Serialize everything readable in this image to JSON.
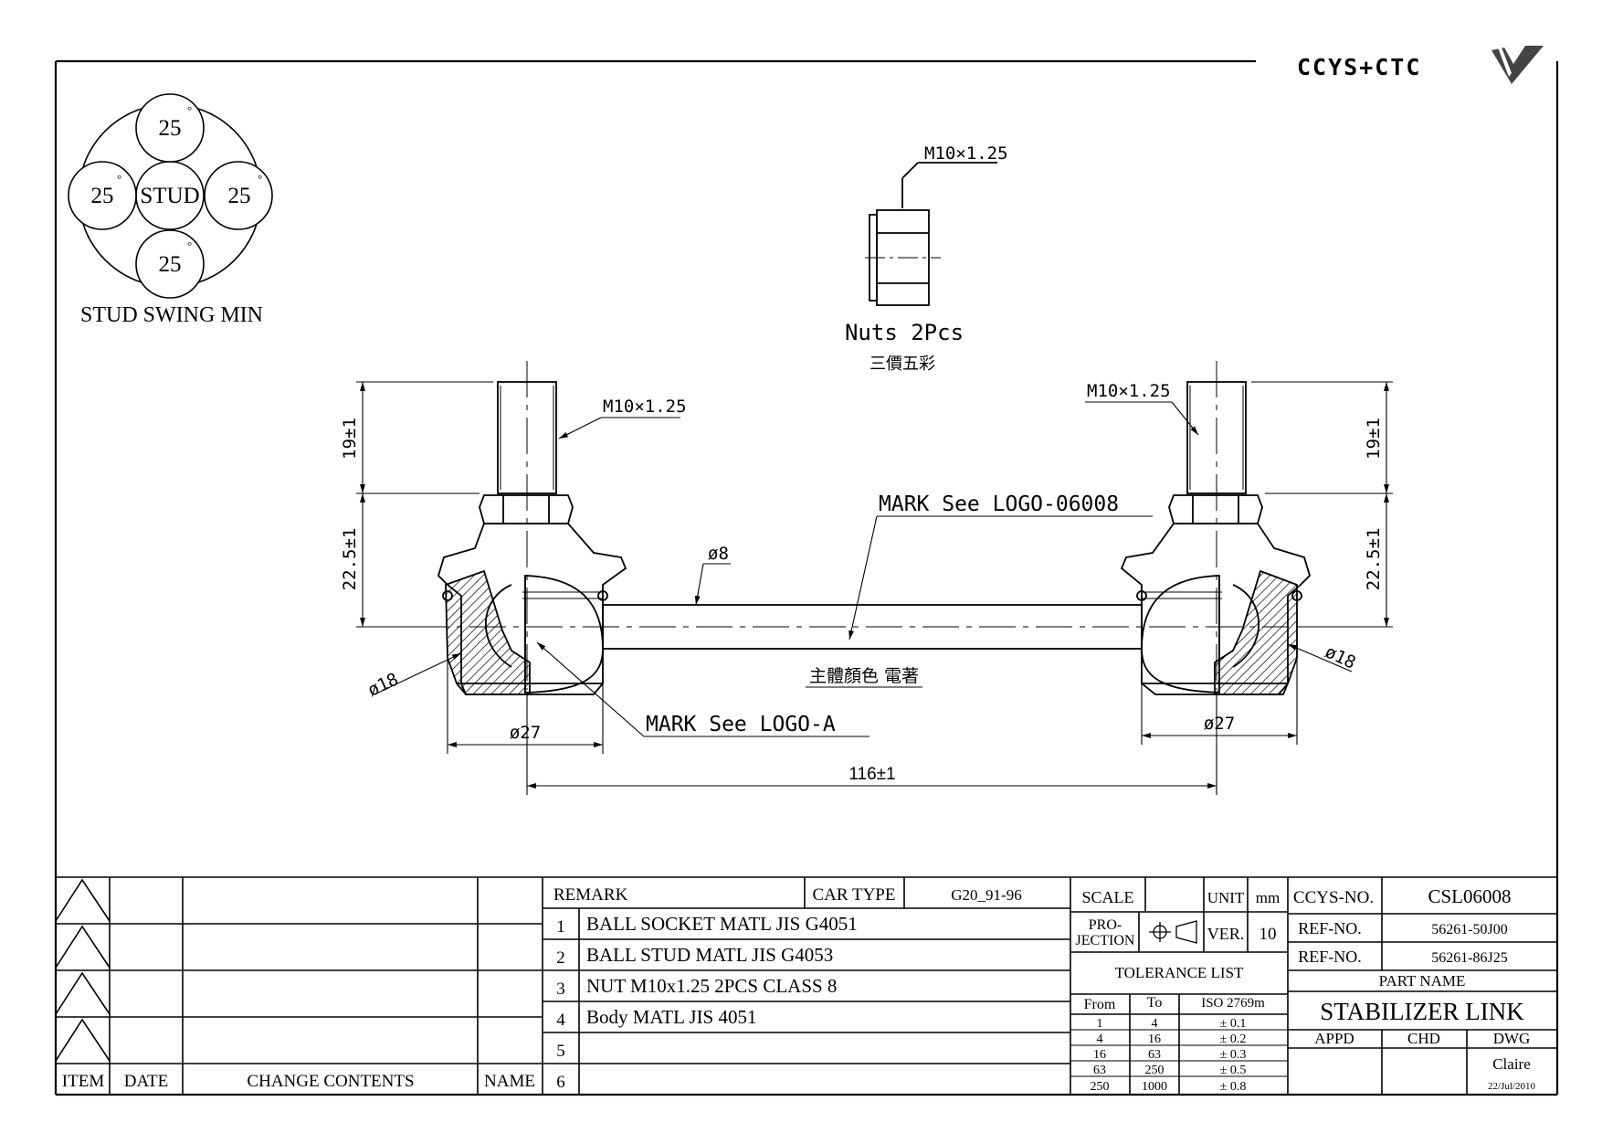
{
  "brand": {
    "logo_text": "CCYS+CTC",
    "logo_mark": "ccys-logo-mark"
  },
  "swing": {
    "center_label": "STUD",
    "angles": [
      "25",
      "25",
      "25",
      "25"
    ],
    "degree_symbol": "°",
    "caption": "STUD SWING MIN"
  },
  "nut": {
    "thread_callout": "M10×1.25",
    "caption": "Nuts 2Pcs",
    "subcaption": "三價五彩"
  },
  "drawing": {
    "left_thread": "M10×1.25",
    "right_thread": "M10×1.25",
    "mark_logo_body": "MARK See LOGO-06008",
    "mark_logo_a": "MARK See LOGO-A",
    "shaft_dia": "ø8",
    "body_note": "主體顏色 電著",
    "dim_19_left": "19±1",
    "dim_225_left": "22.5±1",
    "dim_19_right": "19±1",
    "dim_225_right": "22.5±1",
    "dim_18_left": "ø18",
    "dim_18_right": "ø18",
    "dim_27_left": "ø27",
    "dim_27_right": "ø27",
    "dim_length": "116±1"
  },
  "revisions": {
    "headers": {
      "item": "ITEM",
      "date": "DATE",
      "change": "CHANGE CONTENTS",
      "name": "NAME"
    }
  },
  "remarks": {
    "header": "REMARK",
    "car_type_label": "CAR TYPE",
    "car_type_value": "G20_91-96",
    "rows": [
      {
        "no": "1",
        "text": "BALL SOCKET MATL JIS G4051"
      },
      {
        "no": "2",
        "text": "BALL STUD MATL JIS G4053"
      },
      {
        "no": "3",
        "text": "NUT M10x1.25 2PCS CLASS 8"
      },
      {
        "no": "4",
        "text": "Body MATL JIS 4051"
      },
      {
        "no": "5",
        "text": ""
      },
      {
        "no": "6",
        "text": ""
      }
    ]
  },
  "specs": {
    "scale_label": "SCALE",
    "scale_value": "",
    "unit_label": "UNIT",
    "unit_value": "mm",
    "projection_label_1": "PRO-",
    "projection_label_2": "JECTION",
    "ver_label": "VER.",
    "ver_value": "10",
    "tolerance_title": "TOLERANCE LIST",
    "tol_headers": {
      "from": "From",
      "to": "To",
      "iso": "ISO 2769m"
    },
    "tol_rows": [
      {
        "from": "1",
        "to": "4",
        "tol": "± 0.1"
      },
      {
        "from": "4",
        "to": "16",
        "tol": "± 0.2"
      },
      {
        "from": "16",
        "to": "63",
        "tol": "± 0.3"
      },
      {
        "from": "63",
        "to": "250",
        "tol": "± 0.5"
      },
      {
        "from": "250",
        "to": "1000",
        "tol": "± 0.8"
      }
    ]
  },
  "title_block": {
    "ccys_no_label": "CCYS-NO.",
    "ccys_no_value": "CSL06008",
    "ref_label_1": "REF-NO.",
    "ref_value_1": "56261-50J00",
    "ref_label_2": "REF-NO.",
    "ref_value_2": "56261-86J25",
    "part_name_label": "PART NAME",
    "part_name_value": "STABILIZER LINK",
    "appd_label": "APPD",
    "chd_label": "CHD",
    "dwg_label": "DWG",
    "dwg_name": "Claire",
    "dwg_date": "22/Jul/2010"
  },
  "colors": {
    "ink": "#000000",
    "paper": "#ffffff",
    "hatch": "#000000"
  }
}
